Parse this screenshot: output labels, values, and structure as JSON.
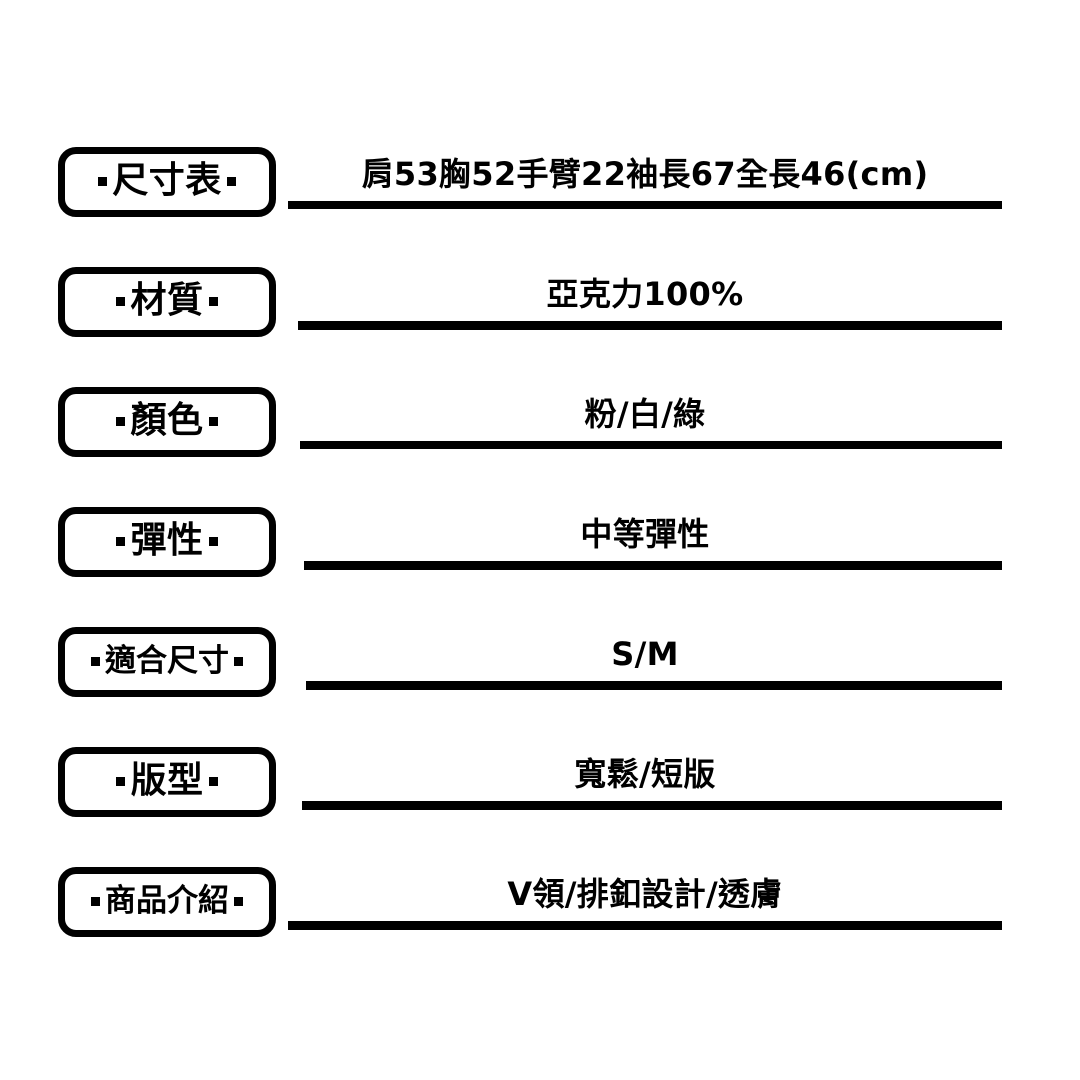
{
  "page": {
    "background": "#ffffff",
    "ink": "#000000",
    "bullet_glyph": "square-bullet"
  },
  "rows": [
    {
      "label": "尺寸表",
      "value": "肩53胸52手臂22袖長67全長46(cm)"
    },
    {
      "label": "材質",
      "value": "亞克力100%"
    },
    {
      "label": "顏色",
      "value": "粉/白/綠"
    },
    {
      "label": "彈性",
      "value": "中等彈性"
    },
    {
      "label": "適合尺寸",
      "value": "S/M"
    },
    {
      "label": "版型",
      "value": "寬鬆/短版"
    },
    {
      "label": "商品介紹",
      "value": "V領/排釦設計/透膚"
    }
  ]
}
